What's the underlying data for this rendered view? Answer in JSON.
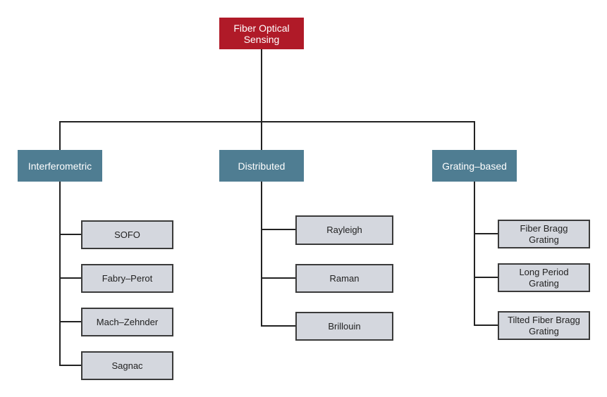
{
  "diagram": {
    "root": {
      "label": "Fiber Optical\nSensing"
    },
    "categories": [
      {
        "label": "Interferometric",
        "children": [
          "SOFO",
          "Fabry–Perot",
          "Mach–Zehnder",
          "Sagnac"
        ]
      },
      {
        "label": "Distributed",
        "children": [
          "Rayleigh",
          "Raman",
          "Brillouin"
        ]
      },
      {
        "label": "Grating–based",
        "children": [
          "Fiber Bragg\nGrating",
          "Long Period\nGrating",
          "Tilted Fiber Bragg\nGrating"
        ]
      }
    ],
    "colors": {
      "root": "#b01a28",
      "category": "#4f7d92",
      "leaf": "#d4d7de",
      "leaf_border": "#3a3a3a",
      "line": "#222222"
    }
  }
}
